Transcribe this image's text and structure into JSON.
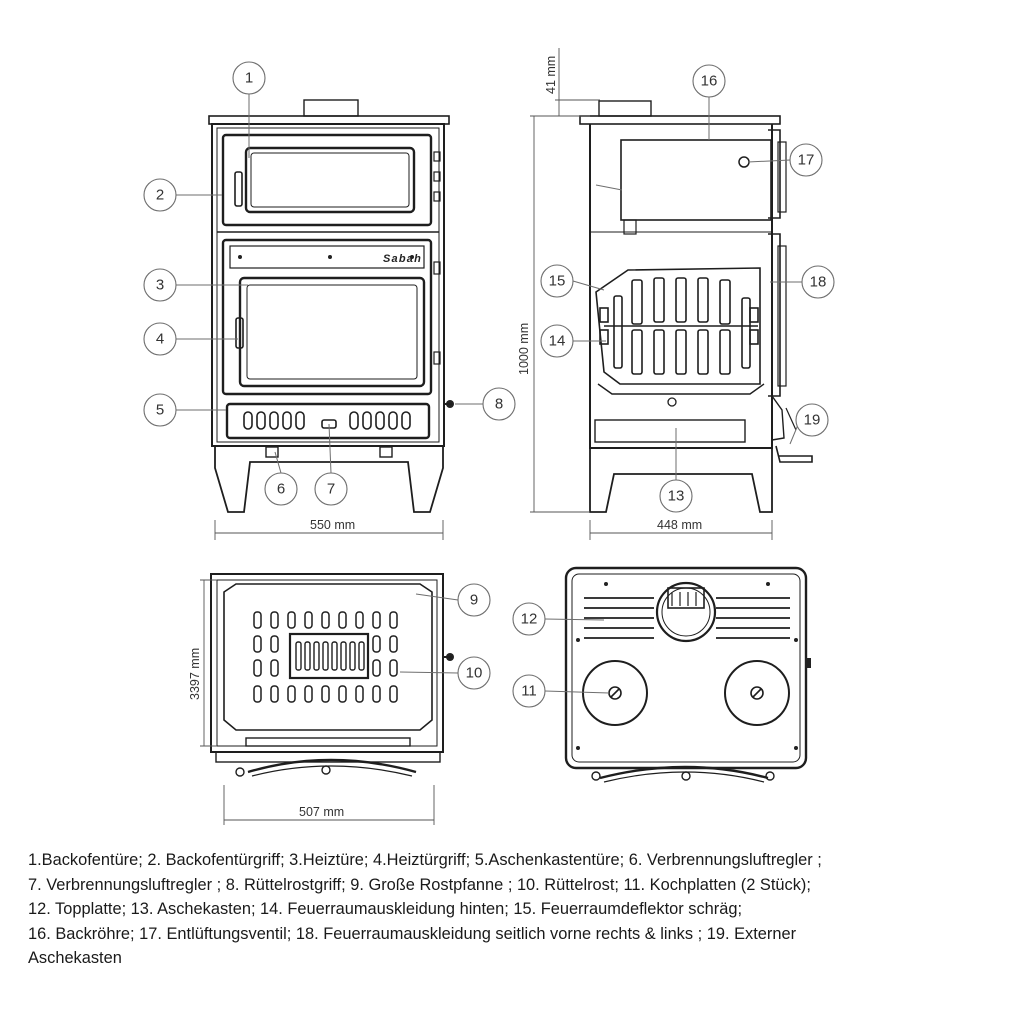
{
  "callouts": {
    "c1": "1",
    "c2": "2",
    "c3": "3",
    "c4": "4",
    "c5": "5",
    "c6": "6",
    "c7": "7",
    "c8": "8",
    "c9": "9",
    "c10": "10",
    "c11": "11",
    "c12": "12",
    "c13": "13",
    "c14": "14",
    "c15": "15",
    "c16": "16",
    "c17": "17",
    "c18": "18",
    "c19": "19"
  },
  "dimensions": {
    "front_width": "550 mm",
    "side_depth": "448 mm",
    "height": "1000 mm",
    "top_offset": "41 mm",
    "plan_depth": "3397 mm",
    "plan_width": "507 mm"
  },
  "brand": "Sabah",
  "legend": {
    "line1": "1.Backofentüre;  2. Backofentürgriff; 3.Heiztüre; 4.Heiztürgriff; 5.Aschenkastentüre; 6. Verbrennungsluftregler ;",
    "line2": "7. Verbrennungsluftregler ; 8. Rüttelrostgriff; 9. Große Rostpfanne ; 10. Rüttelrost; 11. Kochplatten (2 Stück);",
    "line3": "12. Topplatte; 13. Aschekasten; 14. Feuerraumauskleidung hinten; 15. Feuerraumdeflektor schräg;",
    "line4": "16. Backröhre; 17. Entlüftungsventil; 18. Feuerraumauskleidung seitlich vorne rechts & links ; 19. Externer",
    "line5": "Aschekasten"
  }
}
